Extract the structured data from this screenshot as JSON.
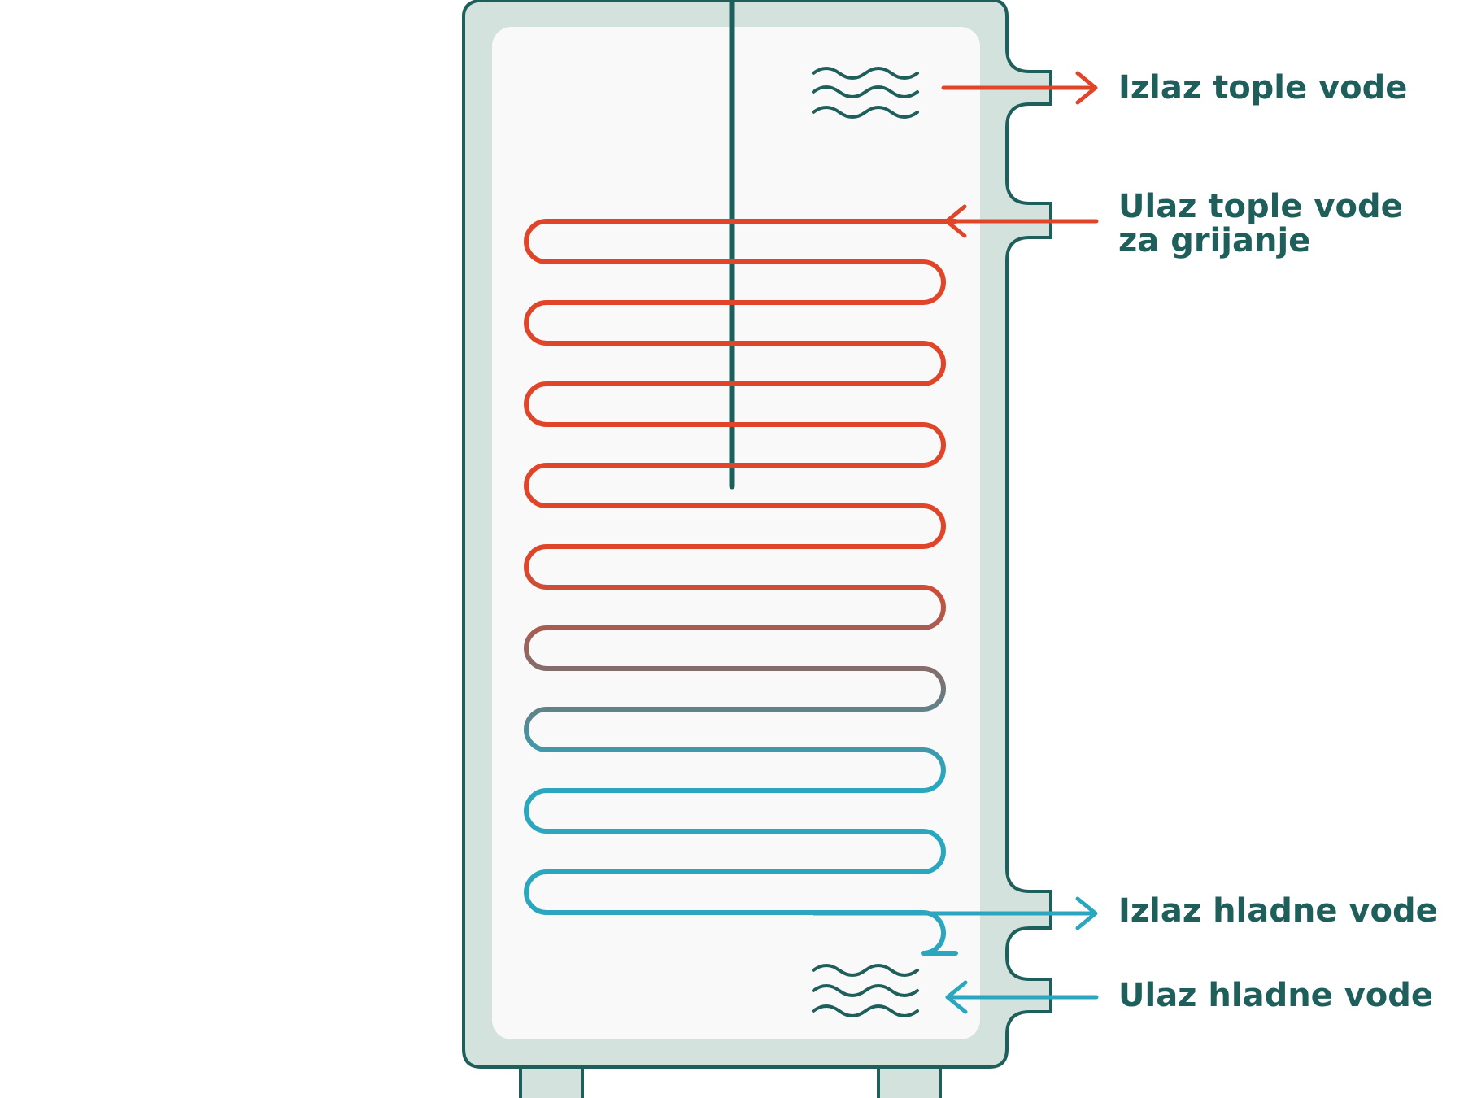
{
  "labels": {
    "hot_out": "Izlaz tople vode",
    "heat_in_line1": "Ulaz tople vode",
    "heat_in_line2": "za grijanje",
    "cold_out": "Izlaz hladne vode",
    "cold_in": "Ulaz hladne vode"
  },
  "colors": {
    "outline": "#1f5f5b",
    "tank_fill": "#d4e2dd",
    "tank_inner": "#f9f9f9",
    "hot": "#e0452a",
    "mid": "#7a7171",
    "cold": "#2aa7bf",
    "label_text": "#1f5f5b"
  },
  "icons": {
    "wave_top": "waves-icon",
    "wave_bottom": "waves-icon"
  }
}
